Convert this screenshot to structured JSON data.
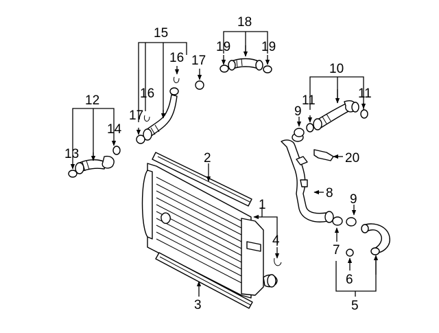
{
  "diagram": {
    "callouts": {
      "c1": "1",
      "c2": "2",
      "c3": "3",
      "c4": "4",
      "c5": "5",
      "c6": "6",
      "c7": "7",
      "c8": "8",
      "c9a": "9",
      "c9b": "9",
      "c10": "10",
      "c11a": "11",
      "c11b": "11",
      "c12": "12",
      "c13": "13",
      "c14": "14",
      "c15": "15",
      "c16a": "16",
      "c16b": "16",
      "c17a": "17",
      "c17b": "17",
      "c18": "18",
      "c19a": "19",
      "c19b": "19",
      "c20": "20"
    }
  }
}
